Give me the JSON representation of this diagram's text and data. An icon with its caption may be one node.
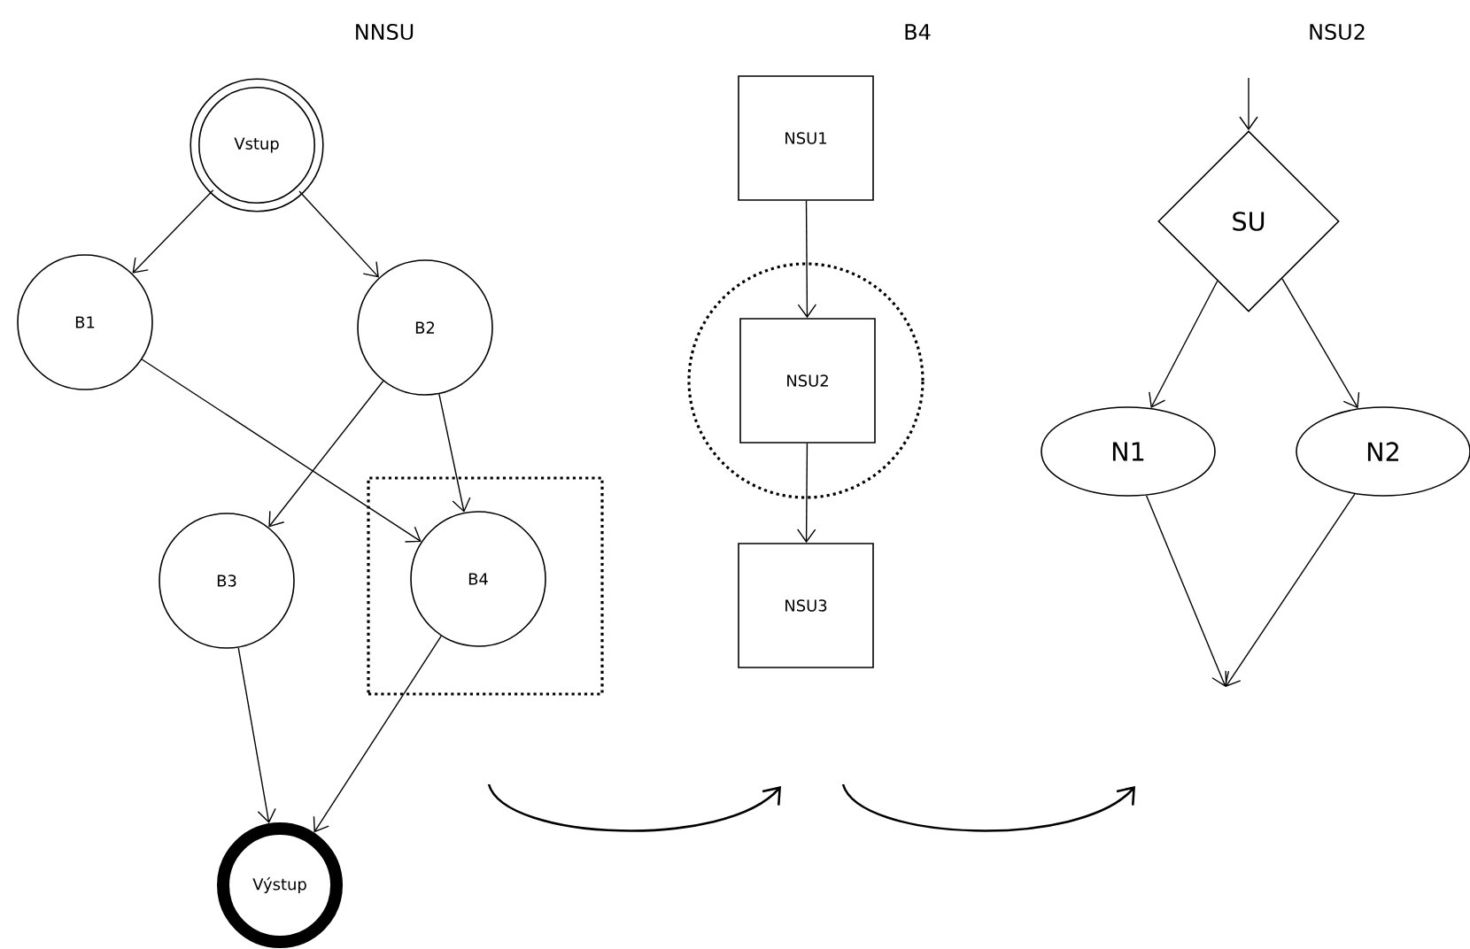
{
  "diagram": {
    "nodes": [
      {
        "text": [
          "Vstup"
        ]
      },
      {
        "text": [
          "B1"
        ]
      },
      {
        "text": [
          "B2"
        ]
      },
      {
        "text": [
          "B3"
        ]
      },
      {
        "text": [],
        "shape": "box"
      },
      {
        "text": [
          "B4"
        ],
        "in": 4
      },
      {
        "text": [
          "Výstup"
        ]
      },
      {
        "text": [
          "NSU1"
        ]
      },
      {
        "text": [],
        "shape": "circle"
      },
      {
        "text": [
          "NSU2"
        ],
        "in": 8
      },
      {
        "text": [
          "NSU3"
        ]
      },
      {
        "text": [
          "SU"
        ]
      },
      {
        "text": [
          "N1"
        ]
      },
      {
        "text": [
          "N2"
        ]
      }
    ],
    "edges": [
      {
        "from": 0,
        "to": 1,
        "arrow": "to"
      },
      {
        "from": 0,
        "to": 2,
        "arrow": "to"
      },
      {
        "from": 1,
        "to": 5,
        "arrow": "to"
      },
      {
        "from": 2,
        "to": 3,
        "arrow": "to"
      },
      {
        "from": 2,
        "to": 5,
        "arrow": "to"
      },
      {
        "from": 3,
        "to": 6,
        "arrow": "to"
      },
      {
        "from": 5,
        "to": 6,
        "arrow": "to"
      },
      {
        "from": 7,
        "to": 9,
        "arrow": "to"
      },
      {
        "from": 9,
        "to": 10,
        "arrow": "to"
      },
      {
        "from": null,
        "to": 11,
        "arrow": "to"
      },
      {
        "from": 11,
        "to": 12,
        "arrow": "to"
      },
      {
        "from": 11,
        "to": 13,
        "arrow": "to"
      },
      {
        "from": 12,
        "to": null,
        "arrow": "to"
      },
      {
        "from": 13,
        "to": null,
        "arrow": "to"
      }
    ],
    "labels": [
      "NNSU",
      "B4",
      "NSU2"
    ]
  }
}
